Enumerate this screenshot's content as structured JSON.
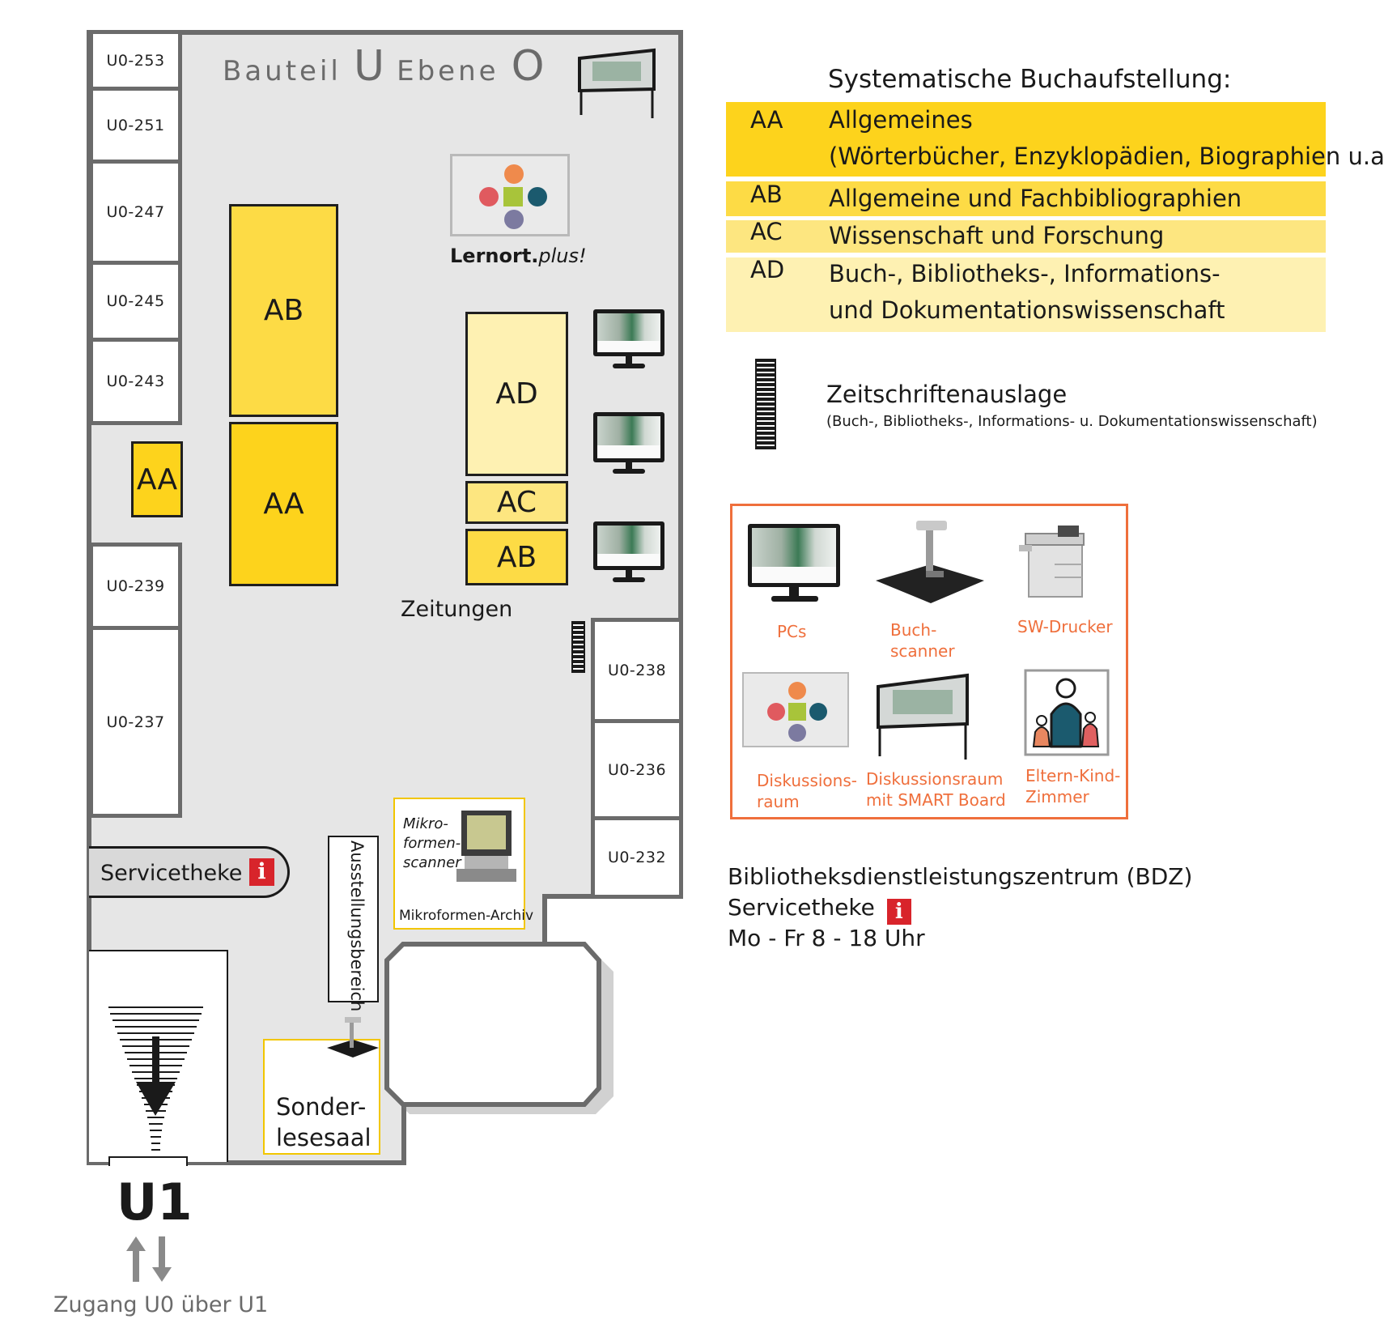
{
  "plan": {
    "title_bauteil": "Bauteil",
    "title_u": "U",
    "title_ebene": "Ebene",
    "title_o": "O",
    "rooms": {
      "u0_253": "U0-253",
      "u0_251": "U0-251",
      "u0_247": "U0-247",
      "u0_245": "U0-245",
      "u0_243": "U0-243",
      "u0_239": "U0-239",
      "u0_237": "U0-237",
      "u0_238": "U0-238",
      "u0_236": "U0-236",
      "u0_232": "U0-232"
    },
    "shelves": {
      "ab_large": "AB",
      "aa_large": "AA",
      "aa_small": "AA",
      "ad": "AD",
      "ac": "AC",
      "ab_small": "AB"
    },
    "lernort_bold": "Lernort.",
    "lernort_italic": "plus!",
    "zeitungen": "Zeitungen",
    "servicetheke": "Servicetheke",
    "info_glyph": "i",
    "ausstellungsbereich": "Ausstellungsbereich",
    "mikro_line1": "Mikro-",
    "mikro_line2": "formen-",
    "mikro_line3": "scanner",
    "mikroformen_archiv": "Mikroformen-Archiv",
    "sonder_line1": "Sonder-",
    "sonder_line2": "lesesaal",
    "exit_label": "U1",
    "zugang": "Zugang U0 über U1"
  },
  "legend": {
    "heading": "Systematische Buchaufstellung:",
    "rows": [
      {
        "code": "AA",
        "line1": "Allgemeines",
        "line2": "(Wörterbücher, Enzyklopädien, Biographien u.a.)",
        "color": "#fdd31c"
      },
      {
        "code": "AB",
        "line1": "Allgemeine und Fachbibliographien",
        "line2": "",
        "color": "#fddb45"
      },
      {
        "code": "AC",
        "line1": "Wissenschaft und Forschung",
        "line2": "",
        "color": "#fde680"
      },
      {
        "code": "AD",
        "line1": "Buch-, Bibliotheks-, Informations-",
        "line2": "und Dokumentationswissenschaft",
        "color": "#fef1b2"
      }
    ],
    "zeitschriften_title": "Zeitschriftenauslage",
    "zeitschriften_sub": "(Buch-, Bibliotheks-, Informations- u. Dokumentationswissenschaft)"
  },
  "facilities": {
    "accent": "#ef6f3c",
    "pcs": "PCs",
    "buch_1": "Buch-",
    "buch_2": "scanner",
    "drucker": "SW-Drucker",
    "disk_1": "Diskussions-",
    "disk_2": "raum",
    "smart_1": "Diskussionsraum",
    "smart_2": "mit SMART Board",
    "eltern_1": "Eltern-Kind-",
    "eltern_2": "Zimmer"
  },
  "bdz": {
    "line1": "Bibliotheksdienstleistungszentrum (BDZ)",
    "line2": "Servicetheke",
    "line3": "Mo - Fr 8 - 18 Uhr"
  },
  "colors": {
    "aa": "#fdd31c",
    "ab": "#fddb45",
    "ac": "#fde680",
    "ad": "#fef1b2",
    "info_red": "#d8242b",
    "floor": "#e6e6e6",
    "wall": "#6b6b6b",
    "dot_orange": "#ef8a4c",
    "dot_red": "#e05a5f",
    "dot_green": "#a8c43a",
    "dot_teal": "#1b5a6e",
    "dot_violet": "#7c7aa0"
  }
}
